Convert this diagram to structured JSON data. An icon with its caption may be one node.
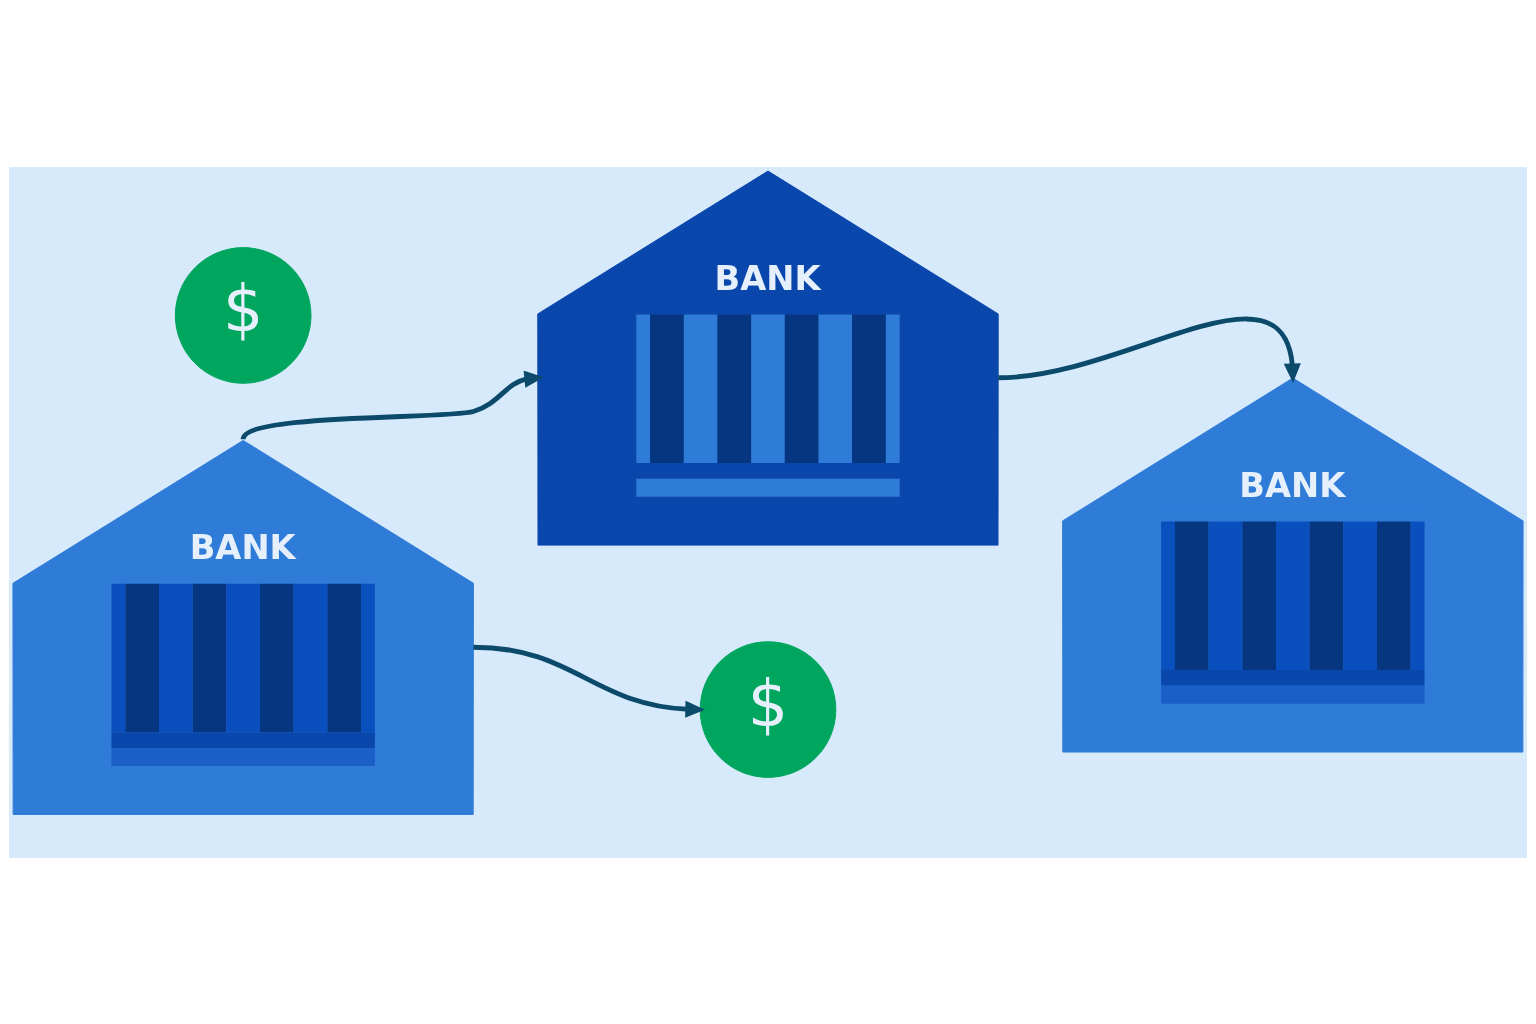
{
  "diagram": {
    "nodes": [
      {
        "text": [
          "BANK"
        ]
      },
      {
        "text": [
          "$"
        ]
      },
      {
        "text": [
          "BANK"
        ]
      },
      {
        "text": [
          "BANK"
        ]
      },
      {
        "text": [
          "$"
        ]
      }
    ],
    "edges": [
      {
        "from": 2,
        "to": 0,
        "arrow": "to"
      },
      {
        "from": 0,
        "to": 3,
        "arrow": "to"
      },
      {
        "from": 2,
        "to": 4,
        "arrow": "to"
      }
    ]
  }
}
